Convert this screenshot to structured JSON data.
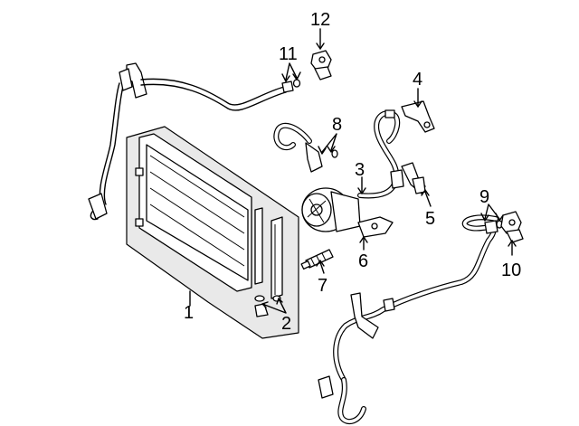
{
  "diagram": {
    "callouts": [
      {
        "id": "1",
        "text": "1"
      },
      {
        "id": "2",
        "text": "2"
      },
      {
        "id": "3",
        "text": "3"
      },
      {
        "id": "4",
        "text": "4"
      },
      {
        "id": "5",
        "text": "5"
      },
      {
        "id": "6",
        "text": "6"
      },
      {
        "id": "7",
        "text": "7"
      },
      {
        "id": "8",
        "text": "8"
      },
      {
        "id": "9",
        "text": "9"
      },
      {
        "id": "10",
        "text": "10"
      },
      {
        "id": "11",
        "text": "11"
      },
      {
        "id": "12",
        "text": "12"
      }
    ],
    "colors": {
      "line": "#000000",
      "background": "#ffffff",
      "panel": "#e9e9e9"
    }
  }
}
